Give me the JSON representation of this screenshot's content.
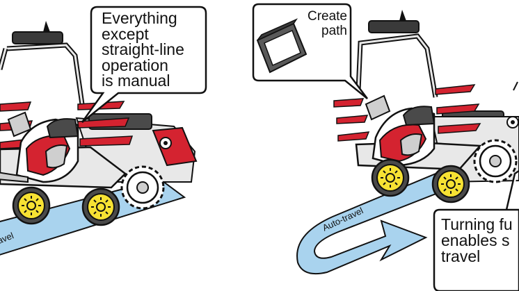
{
  "callouts": {
    "left_lines": [
      "Everything",
      "except",
      "straight-line",
      "operation",
      "is manual"
    ],
    "mid_lines": [
      "Create",
      "path"
    ],
    "right_lines": [
      "Turning fu",
      "enables s",
      "travel"
    ]
  },
  "path_labels": {
    "left": "avel",
    "right": "Auto-travel"
  },
  "colors": {
    "body_red": "#d42330",
    "path_blue": "#a9d3ee",
    "wheel_yellow": "#f7e233",
    "outline": "#111111",
    "gray_dark": "#4a4a4a",
    "gray_light": "#cfcfcf"
  }
}
